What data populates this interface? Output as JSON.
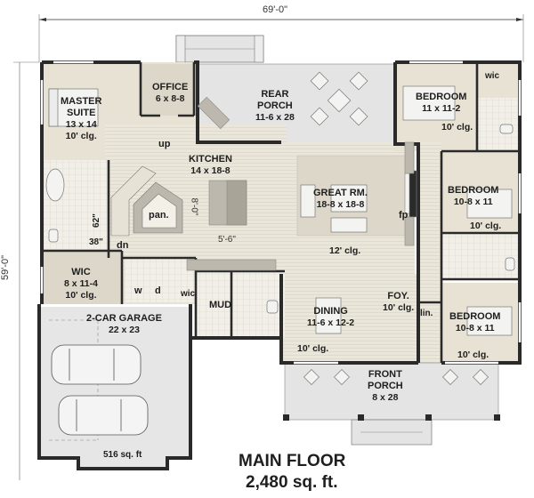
{
  "plan": {
    "overall_width": "69'-0\"",
    "overall_depth": "59'-0\"",
    "title": "MAIN FLOOR",
    "total_area": "2,480 sq. ft."
  },
  "colors": {
    "wall": "#2a2a2a",
    "interior_floor": "#e7e2d6",
    "tile_floor": "#f0ede6",
    "porch": "#e3e3e3",
    "garage": "#e6e6e6",
    "carpet": "#ddd7c9",
    "fixture": "#bdb8ad"
  },
  "rooms": {
    "master_suite": {
      "name": "MASTER",
      "name2": "SUITE",
      "size": "13 x 14",
      "ceiling": "10' clg."
    },
    "office": {
      "name": "OFFICE",
      "size": "6 x 8-8"
    },
    "rear_porch": {
      "name": "REAR",
      "name2": "PORCH",
      "size": "11-6 x 28"
    },
    "bedroom_1": {
      "name": "BEDROOM",
      "size": "11 x 11-2",
      "ceiling": "10' clg."
    },
    "wic_bed1": {
      "name": "wic"
    },
    "kitchen": {
      "name": "KITCHEN",
      "size": "14 x 18-8",
      "island_depth": "8'-0\"",
      "island_width": "5'-6\""
    },
    "great_room": {
      "name": "GREAT RM.",
      "size": "18-8 x 18-8",
      "ceiling": "12' clg.",
      "fireplace": "fp"
    },
    "bedroom_2": {
      "name": "BEDROOM",
      "size": "10-8 x 11",
      "ceiling": "10' clg."
    },
    "stairs": {
      "up": "up",
      "down": "dn"
    },
    "pantry": {
      "name": "pan."
    },
    "master_shower": {
      "dim_h": "62\"",
      "dim_w": "38\""
    },
    "master_wic": {
      "name": "WIC",
      "size": "8 x 11-4",
      "ceiling": "10' clg."
    },
    "laundry": {
      "washer": "w",
      "dryer": "d"
    },
    "mud_wic": {
      "name": "wic"
    },
    "mud": {
      "name": "MUD"
    },
    "garage": {
      "name": "2-CAR GARAGE",
      "size": "22 x 23",
      "area": "516 sq. ft"
    },
    "dining": {
      "name": "DINING",
      "size": "11-6 x 12-2",
      "ceiling": "10' clg."
    },
    "foyer": {
      "name": "FOY.",
      "ceiling": "10' clg."
    },
    "linen": {
      "name": "lin."
    },
    "bedroom_3": {
      "name": "BEDROOM",
      "size": "10-8 x 11",
      "ceiling": "10' clg."
    },
    "front_porch": {
      "name": "FRONT",
      "name2": "PORCH",
      "size": "8 x 28"
    }
  }
}
